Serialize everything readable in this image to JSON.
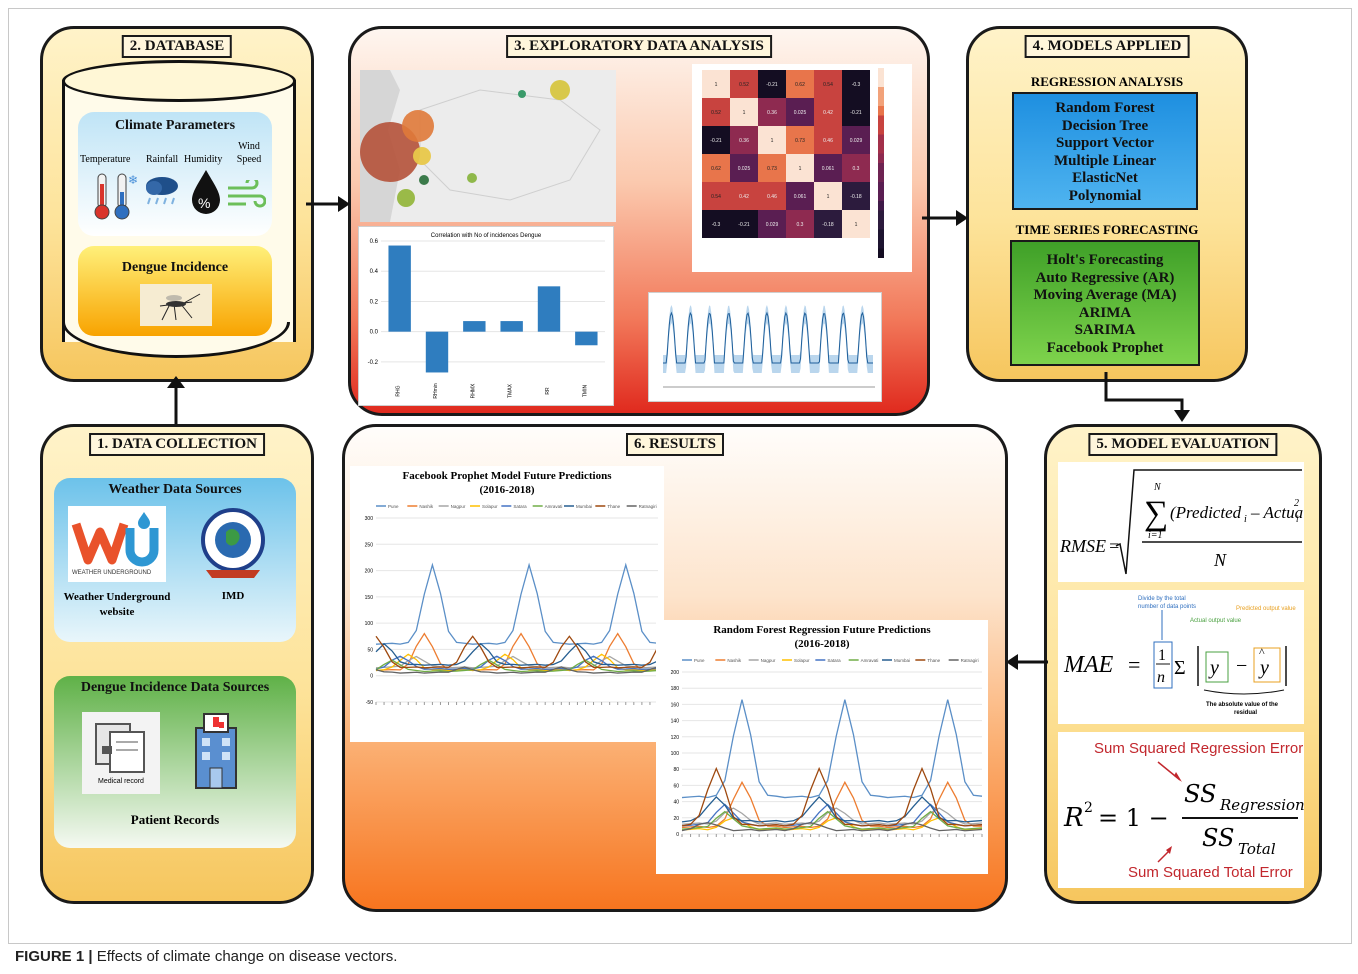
{
  "panels": {
    "database": {
      "title": "2. DATABASE",
      "climate_title": "Climate Parameters",
      "params": [
        "Temperature",
        "Rainfall",
        "Humidity",
        "Wind Speed"
      ],
      "dengue_title": "Dengue Incidence"
    },
    "collection": {
      "title": "1. DATA COLLECTION",
      "weather_title": "Weather Data Sources",
      "wu_label": "Weather Underground website",
      "imd_label": "IMD",
      "dengue_sources_title": "Dengue Incidence Data Sources",
      "medical_label": "Medical record",
      "patient_label": "Patient Records"
    },
    "eda": {
      "title": "3. EXPLORATORY DATA ANALYSIS",
      "corr_title": "Correlation with No of incidences Dengue"
    },
    "models": {
      "title": "4. MODELS APPLIED",
      "regression_title": "REGRESSION ANALYSIS",
      "regression_items": [
        "Random Forest",
        "Decision Tree",
        "Support Vector",
        "Multiple Linear",
        "ElasticNet",
        "Polynomial"
      ],
      "ts_title": "TIME SERIES FORECASTING",
      "ts_items": [
        "Holt's Forecasting",
        "Auto Regressive (AR)",
        "Moving Average (MA)",
        "ARIMA",
        "SARIMA",
        "Facebook Prophet"
      ]
    },
    "evaluation": {
      "title": "5. MODEL EVALUATION",
      "rmse": "RMSE",
      "mae": "MAE",
      "r2_top": "Sum Squared Regression Error",
      "r2_bottom": "Sum Squared Total Error"
    },
    "results": {
      "title": "6. RESULTS",
      "prophet_title": "Facebook Prophet Model Future Predictions",
      "prophet_sub": "(2016-2018)",
      "rf_title": "Random Forest Regression Future Predictions",
      "rf_sub": "(2016-2018)",
      "legend": [
        "Pune",
        "Nashik",
        "Nagpur",
        "Solapur",
        "Satara",
        "Amravati",
        "Mumbai",
        "Thane",
        "Ratnagiri"
      ]
    }
  },
  "caption": {
    "label": "FIGURE 1 |",
    "text": "Effects of climate change on disease vectors."
  },
  "colors": {
    "series": [
      "#5b8fc7",
      "#ed7d31",
      "#a5a5a5",
      "#ffc000",
      "#4472c4",
      "#70ad47",
      "#255e91",
      "#9e480e",
      "#636363"
    ]
  },
  "chart_data": [
    {
      "type": "bar",
      "title": "Correlation with No of incidences Dengue",
      "categories": [
        "RHG",
        "RHmin",
        "RHMX",
        "TMAX",
        "RR",
        "TMIN"
      ],
      "values": [
        0.57,
        -0.27,
        0.07,
        0.07,
        0.3,
        -0.09
      ],
      "ylim": [
        -0.3,
        0.6
      ]
    },
    {
      "type": "line",
      "title": "Facebook Prophet Model Future Predictions",
      "ylim": [
        -50,
        300
      ],
      "yticks": [
        -50,
        0,
        50,
        100,
        150,
        200,
        250,
        300
      ]
    },
    {
      "type": "line",
      "title": "Random Forest Regression Future Predictions",
      "ylim": [
        0,
        200
      ],
      "yticks": [
        0,
        20,
        40,
        60,
        80,
        100,
        120,
        140,
        160,
        180,
        200
      ]
    }
  ]
}
